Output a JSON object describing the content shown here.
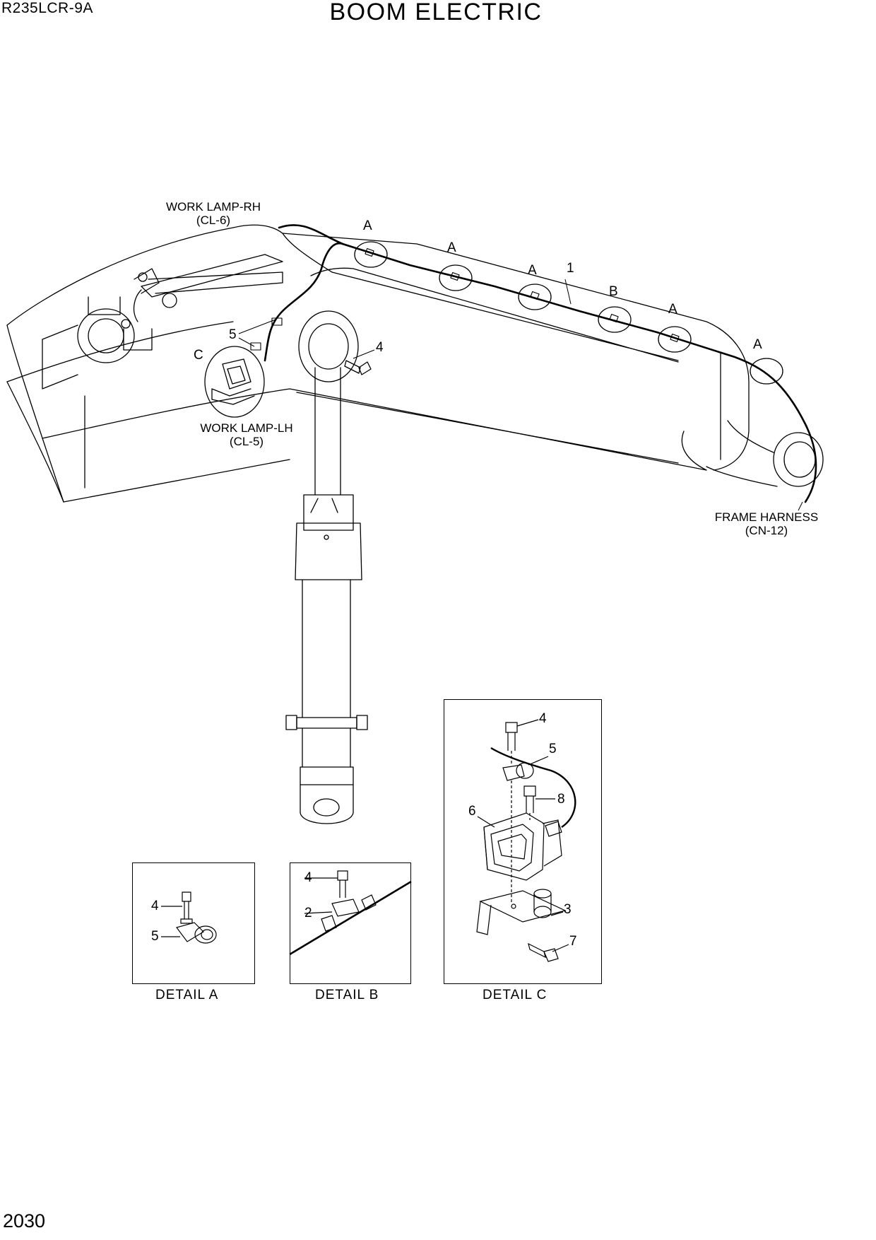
{
  "header": {
    "model": "R235LCR-9A",
    "title": "BOOM ELECTRIC"
  },
  "footer": {
    "page_number": "2030"
  },
  "main_view": {
    "labels": {
      "work_lamp_rh_line1": "WORK LAMP-RH",
      "work_lamp_rh_line2": "(CL-6)",
      "work_lamp_lh_line1": "WORK LAMP-LH",
      "work_lamp_lh_line2": "(CL-5)",
      "frame_harness_line1": "FRAME HARNESS",
      "frame_harness_line2": "(CN-12)"
    },
    "callouts": {
      "a1": "A",
      "a2": "A",
      "a3": "A",
      "a4": "A",
      "a5": "A",
      "b": "B",
      "c": "C",
      "harness": "1",
      "clip": "5",
      "bolt": "4"
    }
  },
  "details": {
    "a": {
      "caption": "DETAIL  A",
      "callouts": [
        "4",
        "5"
      ]
    },
    "b": {
      "caption": "DETAIL  B",
      "callouts": [
        "4",
        "2"
      ]
    },
    "c": {
      "caption": "DETAIL  C",
      "callouts": [
        "4",
        "5",
        "8",
        "6",
        "3",
        "7"
      ]
    }
  }
}
